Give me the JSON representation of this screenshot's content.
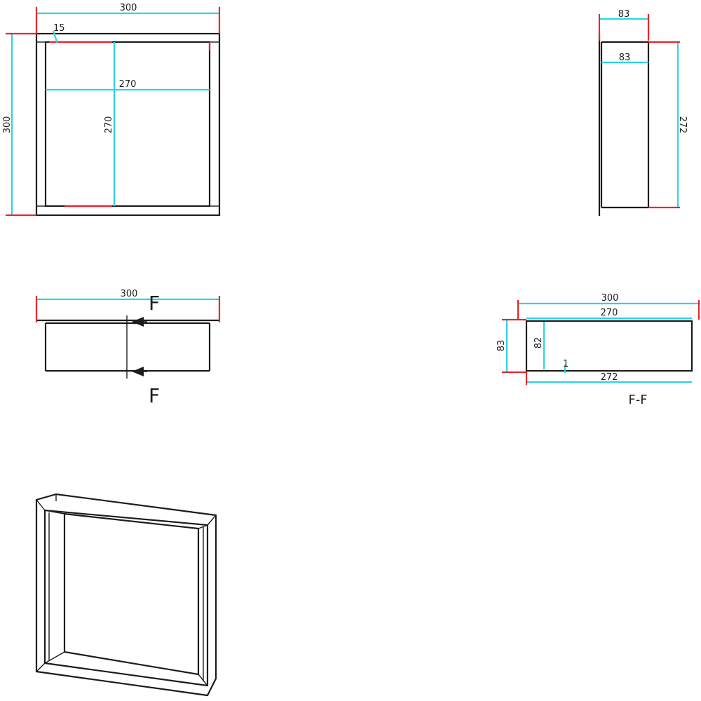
{
  "front_view": {
    "overall_width": "300",
    "flange": "15",
    "inner_width": "270",
    "inner_height": "270",
    "overall_height": "300"
  },
  "side_view": {
    "outer_depth": "83",
    "inner_depth": "83",
    "height": "272"
  },
  "top_view": {
    "overall_width": "300",
    "section_mark_top": "F",
    "section_mark_bottom": "F"
  },
  "section_view": {
    "overall_width": "300",
    "inner_width": "270",
    "outer_depth": "83",
    "inner_depth": "82",
    "wall": "1",
    "bottom_width": "272",
    "title": "F-F"
  },
  "colors": {
    "outline": "#1c1c1c",
    "dimension": "#2ed3e6",
    "extension": "#e8262a"
  }
}
